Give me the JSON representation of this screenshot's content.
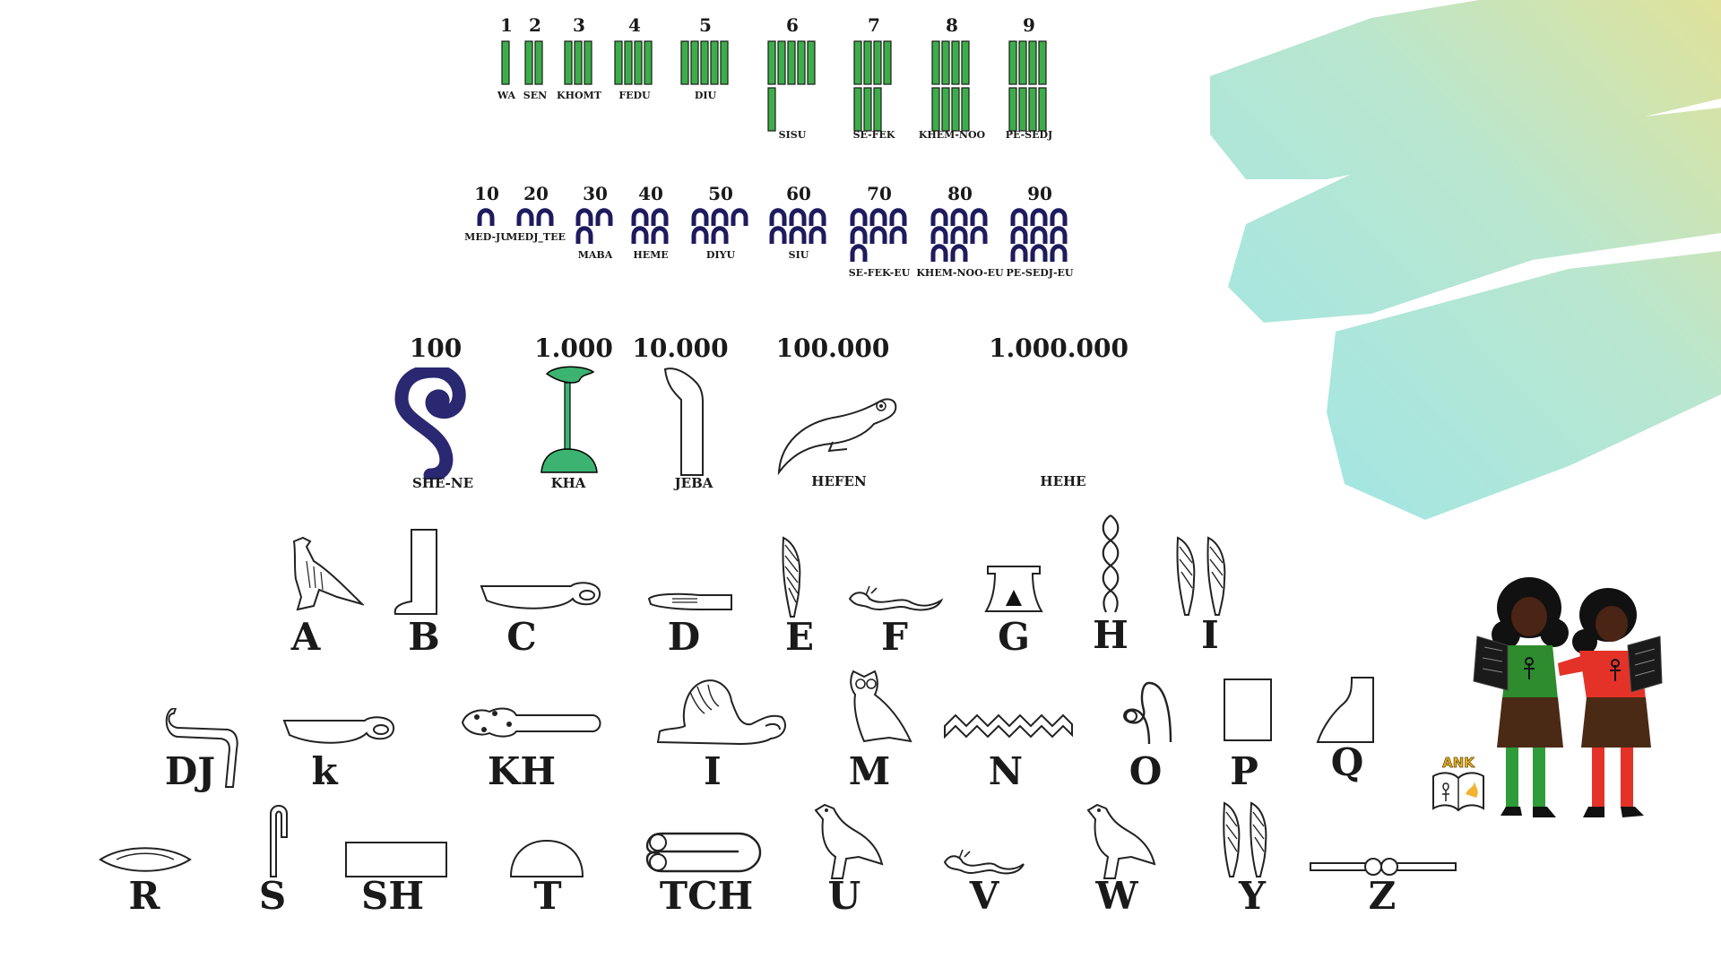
{
  "units": [
    {
      "value": "1",
      "name": "WA"
    },
    {
      "value": "2",
      "name": "SEN"
    },
    {
      "value": "3",
      "name": "KHOMT"
    },
    {
      "value": "4",
      "name": "FEDU"
    },
    {
      "value": "5",
      "name": "DIU"
    },
    {
      "value": "6",
      "name": "SISU"
    },
    {
      "value": "7",
      "name": "SE-FEK"
    },
    {
      "value": "8",
      "name": "KHEM-NOO"
    },
    {
      "value": "9",
      "name": "PE-SEDJ"
    }
  ],
  "tens": [
    {
      "value": "10",
      "name": "MED-JU"
    },
    {
      "value": "20",
      "name": "MEDJ_TEE"
    },
    {
      "value": "30",
      "name": "MABA"
    },
    {
      "value": "40",
      "name": "HEME"
    },
    {
      "value": "50",
      "name": "DIYU"
    },
    {
      "value": "60",
      "name": "SIU"
    },
    {
      "value": "70",
      "name": "SE-FEK-EU"
    },
    {
      "value": "80",
      "name": "KHEM-NOO-EU"
    },
    {
      "value": "90",
      "name": "PE-SEDJ-EU"
    }
  ],
  "large": [
    {
      "value": "100",
      "name": "SHE-NE"
    },
    {
      "value": "1.000",
      "name": "KHA"
    },
    {
      "value": "10.000",
      "name": "JEBA"
    },
    {
      "value": "100.000",
      "name": "HEFEN"
    },
    {
      "value": "1.000.000",
      "name": "HEHE"
    }
  ],
  "alphabet_row1": [
    "A",
    "B",
    "C",
    "D",
    "E",
    "F",
    "G",
    "H",
    "I"
  ],
  "alphabet_row2": [
    "DJ",
    "k",
    "KH",
    "I",
    "M",
    "N",
    "O",
    "P",
    "Q"
  ],
  "alphabet_row3": [
    "R",
    "S",
    "SH",
    "T",
    "TCH",
    "U",
    "V",
    "W",
    "Y",
    "Z"
  ],
  "logo_text": "ANK",
  "colors": {
    "tally_green": "#3cae49",
    "arc_navy": "#1e1b5e",
    "coil_navy": "#2a2870",
    "lotus_green": "#3cb371",
    "brush_cyan": "#9ee6e6",
    "brush_yellow": "#d9e29a"
  },
  "icons": {
    "tally": "tally-stroke-icon",
    "ten": "heel-bone-arc-icon",
    "hundred": "coil-rope-icon",
    "thousand": "lotus-flower-icon",
    "ten_thousand": "finger-icon",
    "hundred_thousand": "tadpole-frog-icon"
  }
}
